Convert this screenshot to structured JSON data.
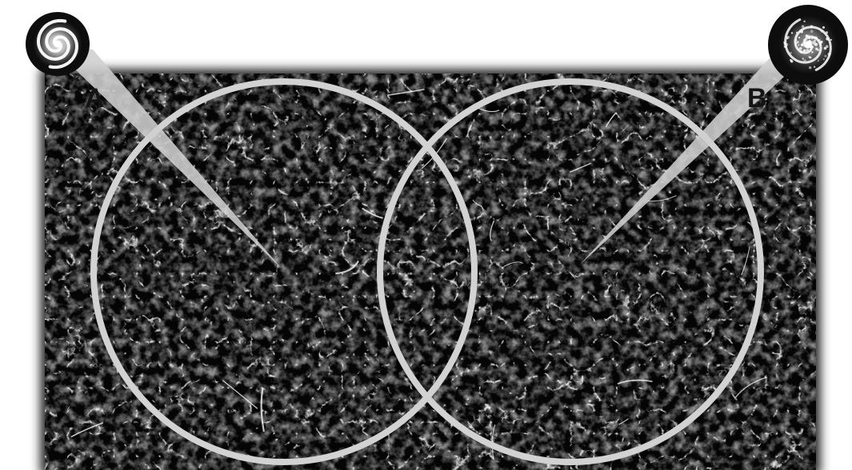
{
  "figure": {
    "marker_a": {
      "letter": "A",
      "icon": "spiral-galaxy-icon"
    },
    "marker_b": {
      "letter": "B",
      "icon": "spiral-galaxy-icon"
    },
    "background_texture": "cosmic-web-filaments",
    "colors": {
      "field_background": "#050505",
      "filaments": "#ffffff",
      "circle_outline": "#d2d2d2",
      "beam_fill": "#cfcfcf",
      "letters": "#141414"
    }
  }
}
